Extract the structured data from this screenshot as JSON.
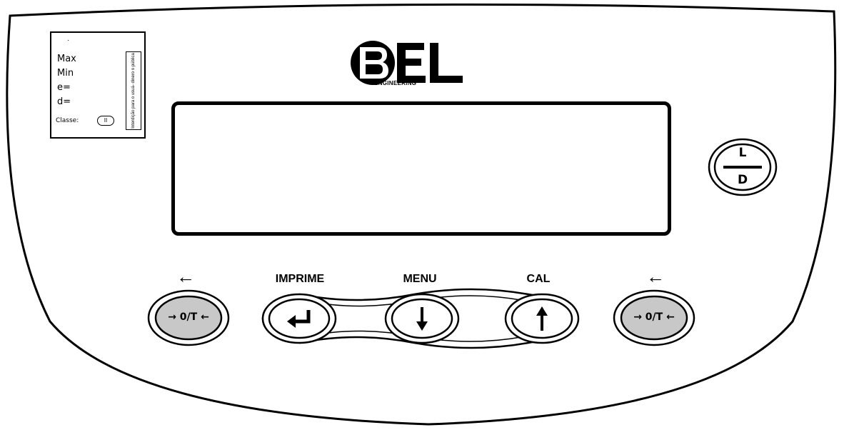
{
  "spec_label": {
    "dot": "·",
    "max": "Max",
    "min": "Min",
    "e": "e=",
    "d": "d=",
    "classe": "Classe:",
    "classe_value": "II",
    "side_text": "Interdição para o usuá- dinero o pública"
  },
  "logo": {
    "brand_letter_b": "B",
    "brand_letters_el": "EL",
    "subtitle": "ENGINEERING"
  },
  "display": {
    "text": ""
  },
  "light_key": {
    "top_label": "L",
    "bottom_label": "D"
  },
  "keys": {
    "left_tare_arrow": "←",
    "left_tare_label": "→ 0/T ←",
    "print_title": "IMPRIME",
    "print_icon": "enter-arrow-icon",
    "menu_title": "MENU",
    "menu_icon": "down-arrow-icon",
    "cal_title": "CAL",
    "cal_icon": "up-arrow-icon",
    "right_tare_arrow": "←",
    "right_tare_label": "→ 0/T ←"
  },
  "colors": {
    "outline": "#000000",
    "tare_fill": "#c8c8c8",
    "panel": "#ffffff"
  }
}
